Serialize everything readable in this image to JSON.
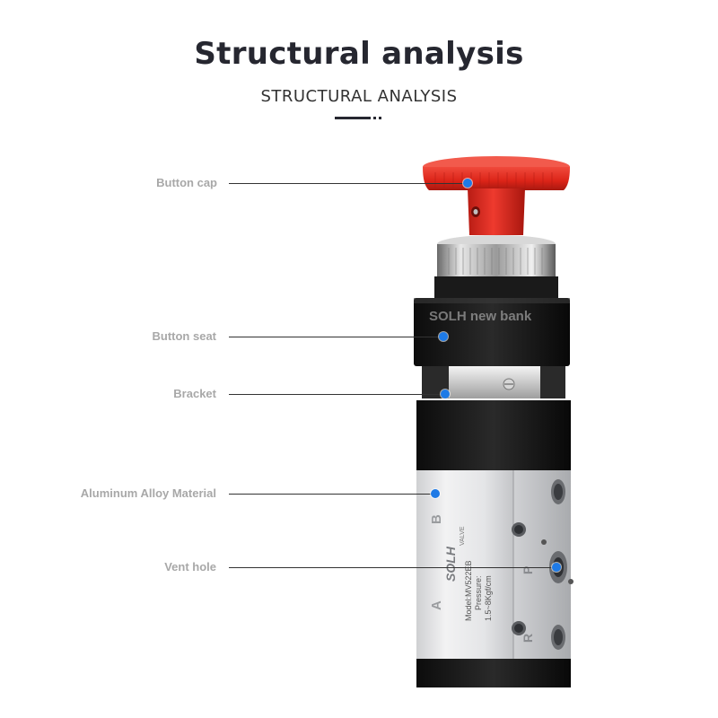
{
  "header": {
    "title": "Structural analysis",
    "subtitle": "STRUCTURAL ANALYSIS"
  },
  "callouts": [
    {
      "label": "Button cap"
    },
    {
      "label": "Button seat"
    },
    {
      "label": "Bracket"
    },
    {
      "label": "Aluminum Alloy Material"
    },
    {
      "label": "Vent hole"
    }
  ],
  "product": {
    "seat_brand": "SOLH new bank",
    "body_brand": "SOLH",
    "model": "Model:MV522EB",
    "pressure_label": "Pressure:",
    "pressure_value": "1.5~8Kgf/cm",
    "valve_text": "VALVE",
    "port_a": "A",
    "port_b": "B",
    "port_p": "P",
    "port_r": "R"
  },
  "colors": {
    "accent_dot": "#1e7ae6",
    "button_cap": "#e0261e",
    "label_gray": "#a8a8a8",
    "title": "#262730"
  }
}
